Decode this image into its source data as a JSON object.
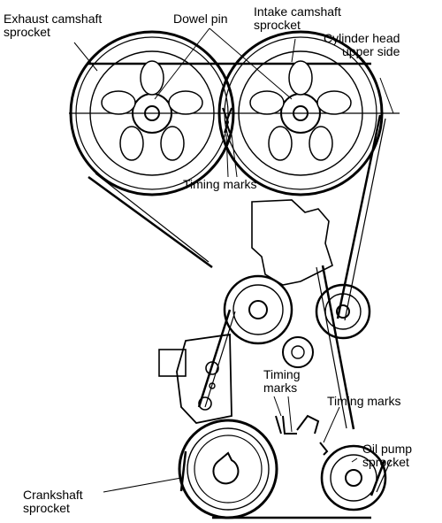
{
  "labels": {
    "exhaust_sprocket": {
      "line1": "Exhaust camshaft",
      "line2": "sprocket"
    },
    "dowel_pin": "Dowel pin",
    "intake_sprocket": {
      "line1": "Intake camshaft",
      "line2": "sprocket"
    },
    "cylinder_head": {
      "line1": "Cylinder head",
      "line2": "upper side"
    },
    "timing_marks_top": "Timing marks",
    "timing_marks_middle": {
      "line1": "Timing",
      "line2": "marks"
    },
    "timing_marks_right": "Timing marks",
    "oil_pump_sprocket": {
      "line1": "Oil pump",
      "line2": "sprocket"
    },
    "crankshaft_sprocket": {
      "line1": "Crankshaft",
      "line2": "sprocket"
    }
  },
  "colors": {
    "ink": "#000000",
    "background": "#ffffff"
  }
}
